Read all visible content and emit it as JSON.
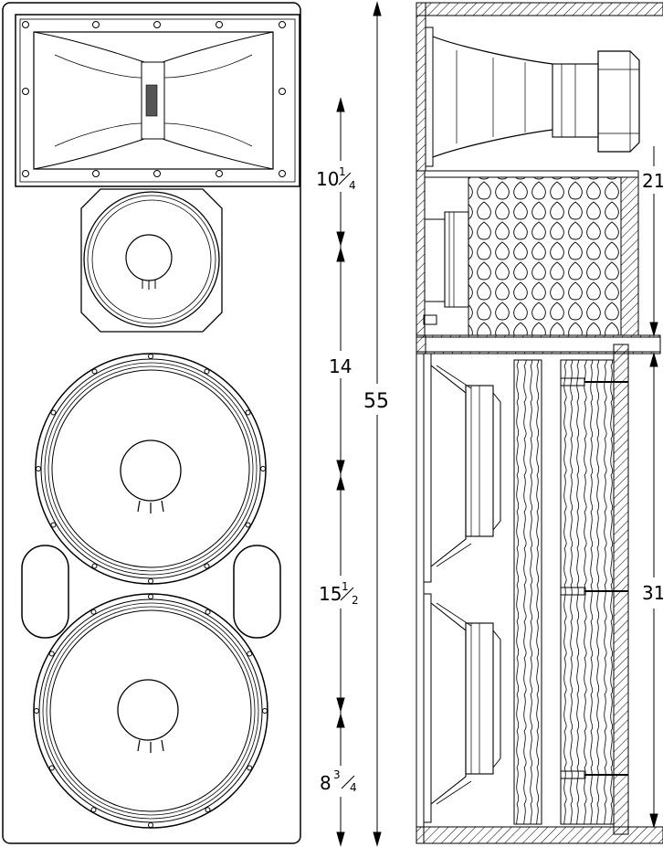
{
  "front_view": {
    "dimensions": [
      {
        "whole": "10",
        "num": "1",
        "den": "4"
      },
      {
        "whole": "14",
        "num": "",
        "den": ""
      },
      {
        "whole": "15",
        "num": "1",
        "den": "2"
      },
      {
        "whole": "8",
        "num": "3",
        "den": "4"
      }
    ],
    "overall": "55"
  },
  "side_view": {
    "upper_height": "21",
    "lower_height": "31"
  }
}
